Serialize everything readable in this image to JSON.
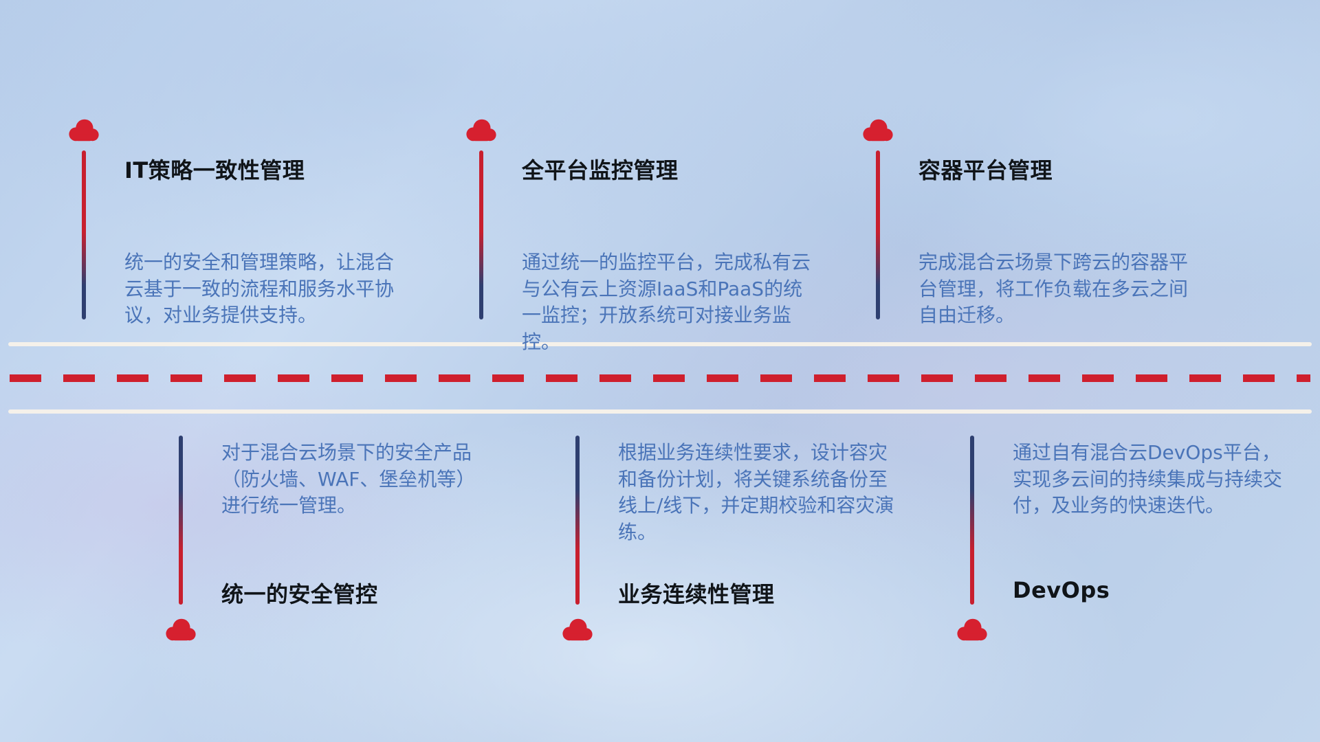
{
  "colors": {
    "accent_red": "#cf1f2d",
    "stem_navy": "#2e3f70",
    "title_text": "#101418",
    "desc_text": "#4a74b8",
    "road_line_white": "#f5f1ea",
    "background_blue": "#bfd4ec"
  },
  "top_items": [
    {
      "icon": "cloud-icon",
      "title": "IT策略一致性管理",
      "desc": "统一的安全和管理策略，让混合云基于一致的流程和服务水平协议，对业务提供支持。"
    },
    {
      "icon": "cloud-icon",
      "title": "全平台监控管理",
      "desc": "通过统一的监控平台，完成私有云与公有云上资源IaaS和PaaS的统一监控；开放系统可对接业务监控。"
    },
    {
      "icon": "cloud-icon",
      "title": "容器平台管理",
      "desc": "完成混合云场景下跨云的容器平台管理，将工作负载在多云之间自由迁移。"
    }
  ],
  "bottom_items": [
    {
      "icon": "cloud-icon",
      "title": "统一的安全管控",
      "desc": "对于混合云场景下的安全产品（防火墙、WAF、堡垒机等）进行统一管理。"
    },
    {
      "icon": "cloud-icon",
      "title": "业务连续性管理",
      "desc": "根据业务连续性要求，设计容灾和备份计划，将关键系统备份至线上/线下，并定期校验和容灾演练。"
    },
    {
      "icon": "cloud-icon",
      "title": "DevOps",
      "desc": "通过自有混合云DevOps平台，实现多云间的持续集成与持续交付，及业务的快速迭代。"
    }
  ]
}
